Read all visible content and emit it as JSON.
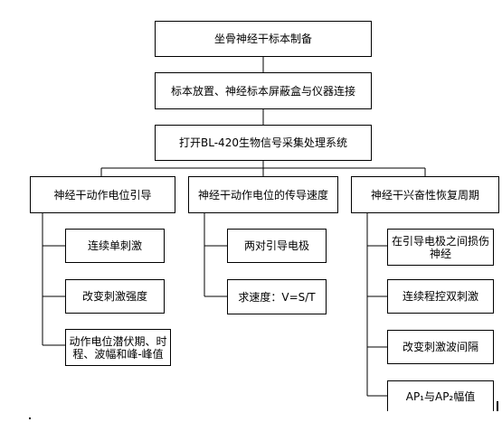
{
  "colors": {
    "line": "#000000",
    "box_border": "#000000",
    "box_fill": "#ffffff"
  },
  "steps": [
    "坐骨神经干标本制备",
    "标本放置、神经标本屏蔽盒与仪器连接",
    "打开BL-420生物信号采集处理系统"
  ],
  "branches": [
    {
      "title": "神经干动作电位引导",
      "items": [
        "连续单刺激",
        "改变刺激强度",
        "动作电位潜伏期、时程、波幅和峰-峰值"
      ]
    },
    {
      "title": "神经干动作电位的传导速度",
      "items": [
        "两对引导电极",
        "求速度：V=S/T"
      ]
    },
    {
      "title": "神经干兴奋性恢复周期",
      "items": [
        "在引导电极之间损伤神经",
        "连续程控双刺激",
        "改变刺激波间隔",
        "AP₁与AP₂幅值"
      ]
    }
  ]
}
